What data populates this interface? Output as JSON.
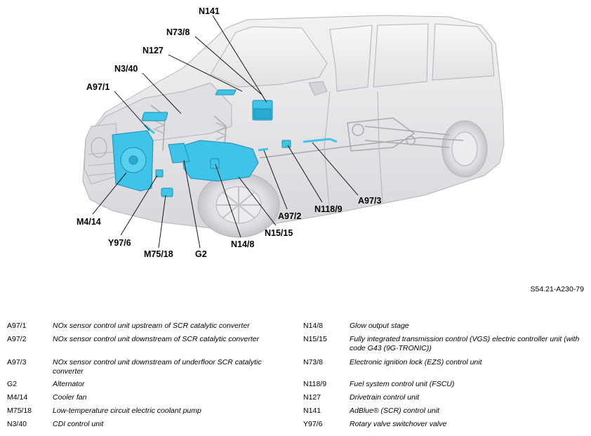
{
  "figure_code": "S54.21-A230-79",
  "callouts": {
    "N141": "N141",
    "N73_8": "N73/8",
    "N127": "N127",
    "N3_40": "N3/40",
    "A97_1": "A97/1",
    "M4_14": "M4/14",
    "Y97_6": "Y97/6",
    "M75_18": "M75/18",
    "G2": "G2",
    "N14_8": "N14/8",
    "N15_15": "N15/15",
    "A97_2": "A97/2",
    "N118_9": "N118/9",
    "A97_3": "A97/3"
  },
  "legend_left": [
    {
      "code": "A97/1",
      "description": "NOx sensor control unit upstream of SCR catalytic converter"
    },
    {
      "code": "A97/2",
      "description": "NOx sensor control unit downstream of SCR catalytic converter"
    },
    {
      "code": "A97/3",
      "description": "NOx sensor control unit downstream of underfloor SCR catalytic converter"
    },
    {
      "code": "G2",
      "description": "Alternator"
    },
    {
      "code": "M4/14",
      "description": "Cooler fan"
    },
    {
      "code": "M75/18",
      "description": "Low-temperature circuit electric coolant pump"
    },
    {
      "code": "N3/40",
      "description": "CDI control unit"
    }
  ],
  "legend_right": [
    {
      "code": "N14/8",
      "description": "Glow output stage"
    },
    {
      "code": "N15/15",
      "description": "Fully integrated transmission control (VGS) electric controller unit (with code G43 (9G-TRONIC))"
    },
    {
      "code": "N73/8",
      "description": "Electronic ignition lock (EZS) control unit"
    },
    {
      "code": "N118/9",
      "description": "Fuel system control unit (FSCU)"
    },
    {
      "code": "N127",
      "description": "Drivetrain control unit"
    },
    {
      "code": "N141",
      "description": "AdBlue® (SCR) control unit"
    },
    {
      "code": "Y97/6",
      "description": "Rotary valve switchover valve"
    }
  ],
  "colors": {
    "component_highlight": "#3fc3e8",
    "vehicle_body": "#e6e6e8",
    "vehicle_outline": "#b4b4b8",
    "leader_line": "#000000"
  }
}
